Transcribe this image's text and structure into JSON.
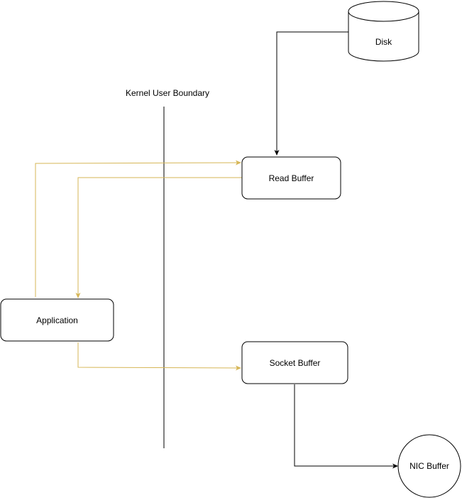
{
  "nodes": {
    "disk": {
      "label": "Disk"
    },
    "read_buffer": {
      "label": "Read Buffer"
    },
    "application": {
      "label": "Application"
    },
    "socket_buffer": {
      "label": "Socket Buffer"
    },
    "nic_buffer": {
      "label": "NIC Buffer"
    }
  },
  "boundary": {
    "label": "Kernel User Boundary"
  },
  "colors": {
    "user_flow": "#d6b656",
    "kernel_flow": "#000000",
    "node_stroke": "#000000",
    "node_fill": "#ffffff"
  }
}
